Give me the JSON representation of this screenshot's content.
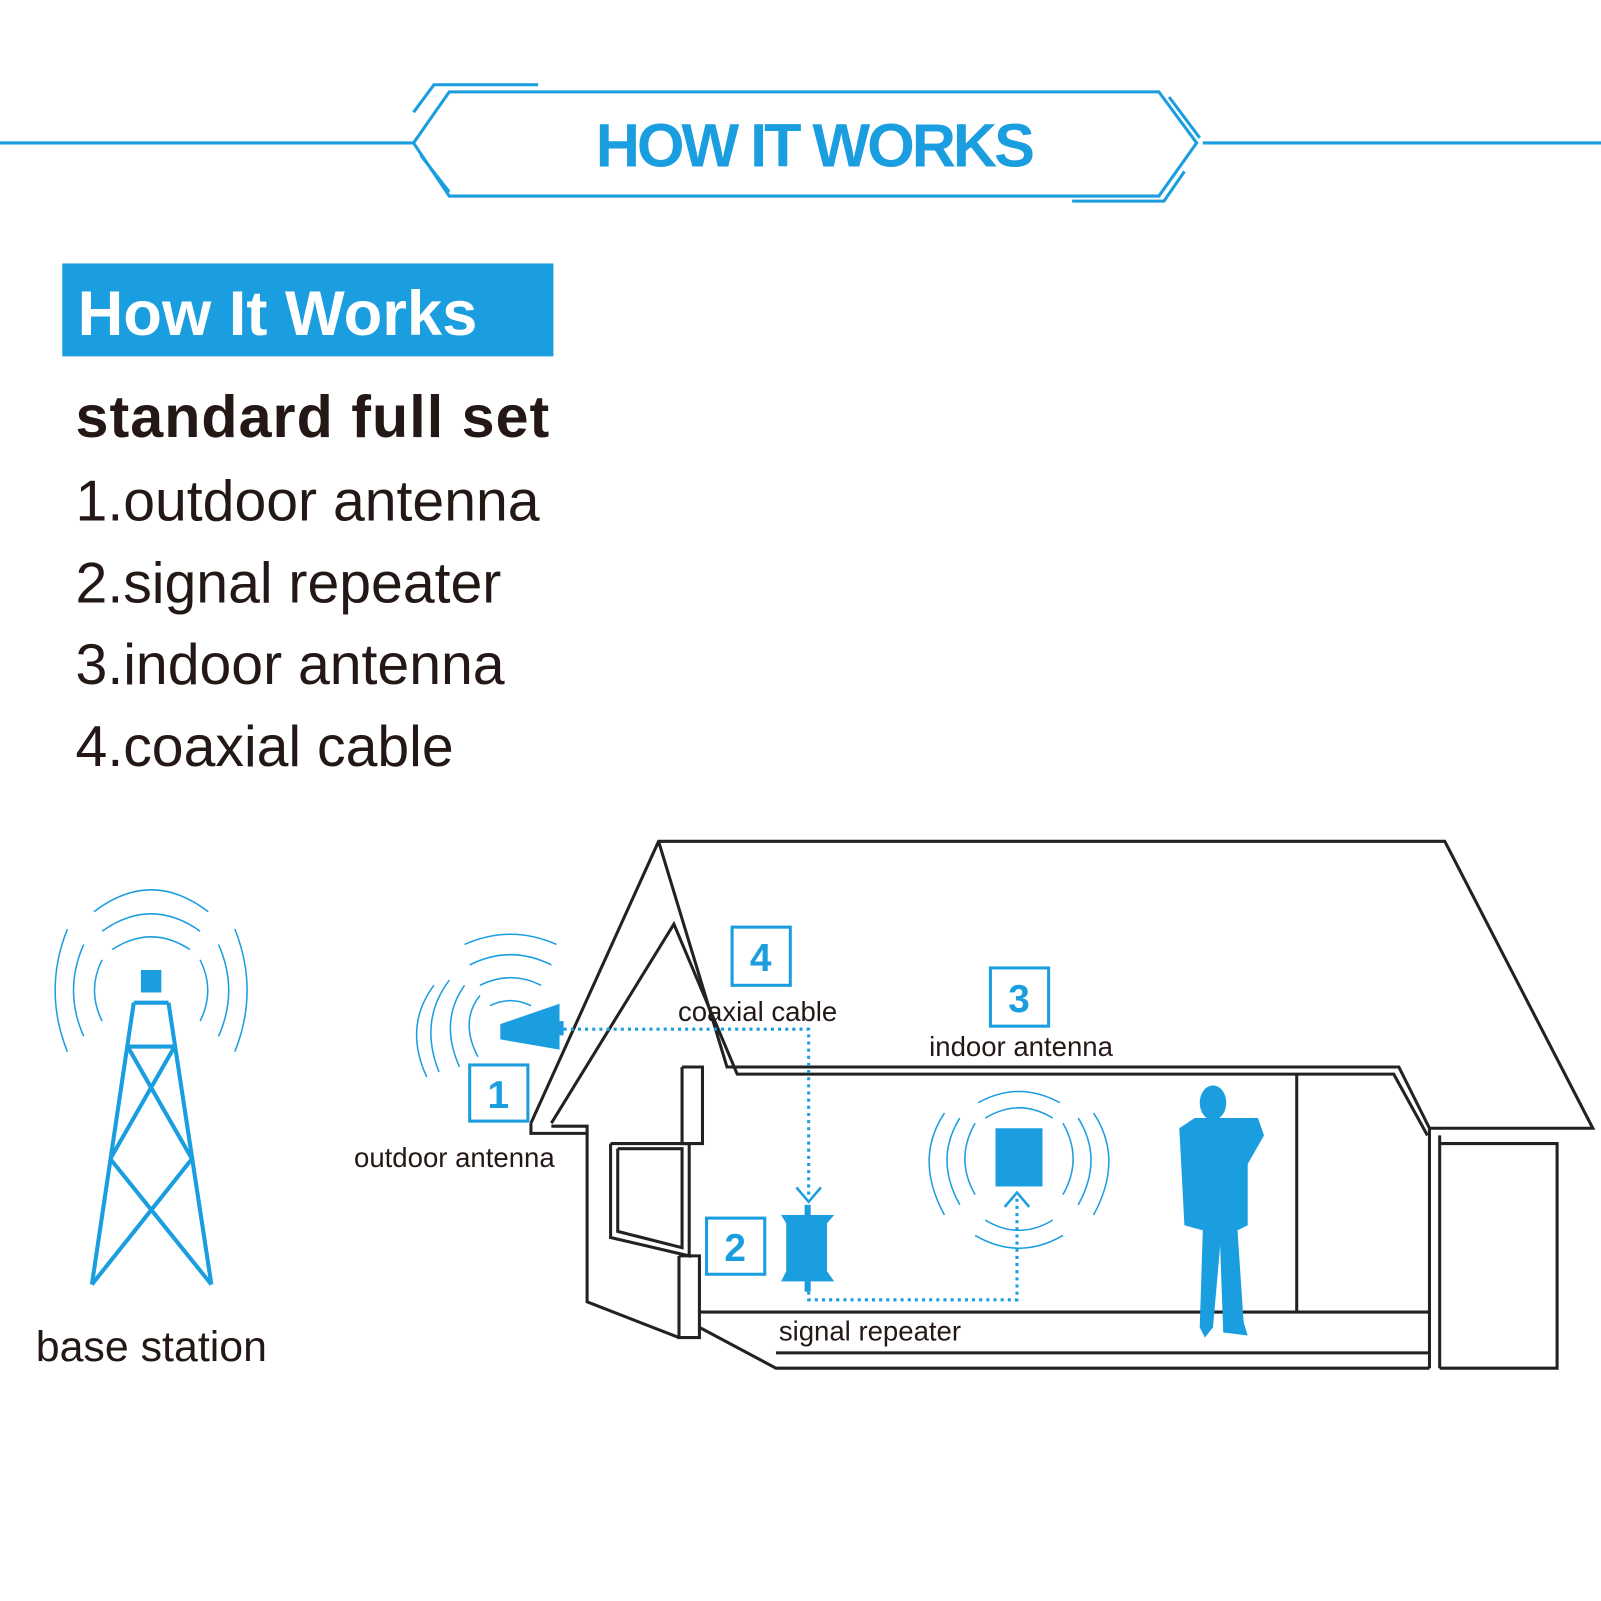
{
  "banner": {
    "title": "HOW IT WORKS"
  },
  "section": {
    "badge": "How It Works",
    "subtitle": "standard full set",
    "items": [
      "1.outdoor antenna",
      "2.signal repeater",
      "3.indoor antenna",
      "4.coaxial cable"
    ]
  },
  "diagram": {
    "base_station": "base station",
    "callouts": [
      {
        "number": "1",
        "label": "outdoor antenna"
      },
      {
        "number": "2",
        "label": "signal repeater"
      },
      {
        "number": "3",
        "label": "indoor antenna"
      },
      {
        "number": "4",
        "label": "coaxial cable"
      }
    ]
  },
  "colors": {
    "accent": "#1a9ee0",
    "line": "#222222"
  }
}
